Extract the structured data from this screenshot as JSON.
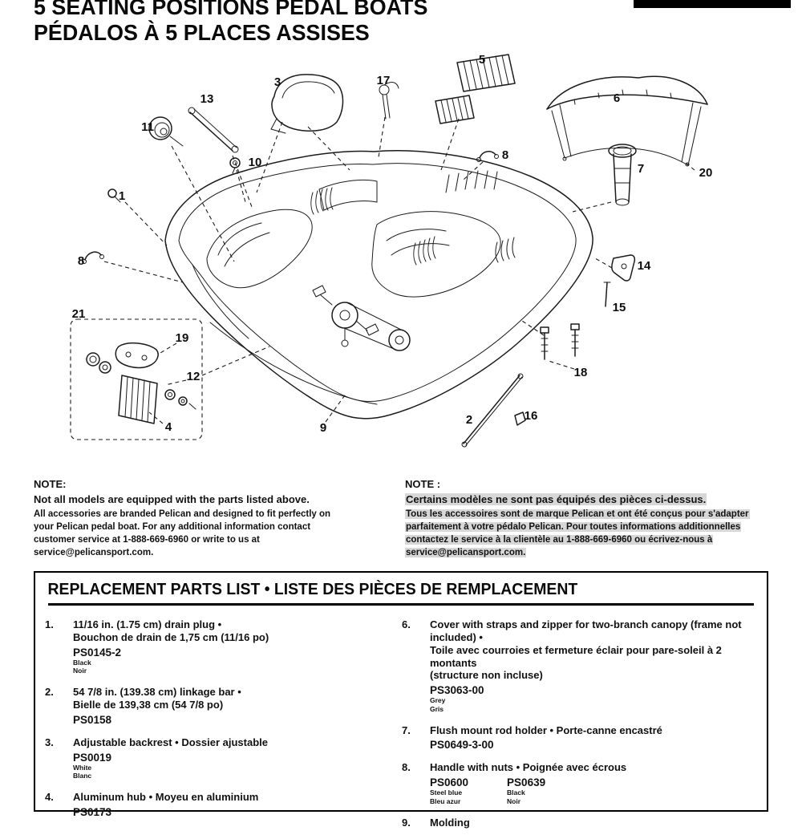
{
  "header": {
    "title_en": "5 SEATING POSITIONS PEDAL BOATS",
    "title_fr": "PÉDALOS À 5 PLACES ASSISES"
  },
  "diagram": {
    "callout_labels": [
      "1",
      "2",
      "3",
      "4",
      "5",
      "6",
      "7",
      "8",
      "9",
      "10",
      "11",
      "12",
      "13",
      "14",
      "15",
      "16",
      "17",
      "18",
      "19",
      "20",
      "21"
    ]
  },
  "notes": {
    "en": {
      "heading": "NOTE:",
      "lead": "Not all models are equipped with the parts listed above.",
      "body": "All accessories are branded Pelican and designed to fit perfectly on your Pelican pedal boat. For any additional information contact customer service at 1-888-669-6960 or write to us at service@pelicansport.com."
    },
    "fr": {
      "heading": "NOTE :",
      "lead": "Certains modèles ne sont pas équipés des pièces ci-dessus.",
      "body": "Tous les accessoires sont de marque Pelican et ont été conçus pour s'adapter parfaitement à votre pédalo Pelican. Pour toutes informations additionnelles contactez le service à la clientèle au 1-888-669-6960 ou écrivez-nous à service@pelicansport.com."
    }
  },
  "parts_list": {
    "title": "REPLACEMENT PARTS LIST • LISTE DES PIÈCES DE REMPLACEMENT",
    "left_items": [
      {
        "num": "1.",
        "line1": "11/16 in. (1.75 cm) drain plug •",
        "line2": "Bouchon de drain de 1,75 cm (11/16 po)",
        "code": "PS0145-2",
        "color_en": "Black",
        "color_fr": "Noir"
      },
      {
        "num": "2.",
        "line1": "54 7/8 in. (139.38 cm) linkage bar •",
        "line2": "Bielle de 139,38 cm (54 7/8 po)",
        "code": "PS0158"
      },
      {
        "num": "3.",
        "line1": "Adjustable backrest • Dossier ajustable",
        "code": "PS0019",
        "color_en": "White",
        "color_fr": "Blanc"
      },
      {
        "num": "4.",
        "line1": "Aluminum hub • Moyeu en aluminium",
        "code": "PS0173"
      }
    ],
    "right_items": [
      {
        "num": "6.",
        "line1": "Cover with straps and zipper for two-branch canopy (frame not included) •",
        "line2": "Toile avec courroies et fermeture éclair pour pare-soleil à 2 montants",
        "line3": "(structure non incluse)",
        "code": "PS3063-00",
        "color_en": "Grey",
        "color_fr": "Gris"
      },
      {
        "num": "7.",
        "line1": "Flush mount rod holder • Porte-canne encastré",
        "code": "PS0649-3-00"
      },
      {
        "num": "8.",
        "line1": "Handle with nuts • Poignée avec écrous",
        "code": "PS0600",
        "color_en": "Steel blue",
        "color_fr": "Bleu azur",
        "code2": "PS0639",
        "code2_color_en": "Black",
        "code2_color_fr": "Noir"
      },
      {
        "num": "9.",
        "line1": "Molding"
      }
    ]
  }
}
